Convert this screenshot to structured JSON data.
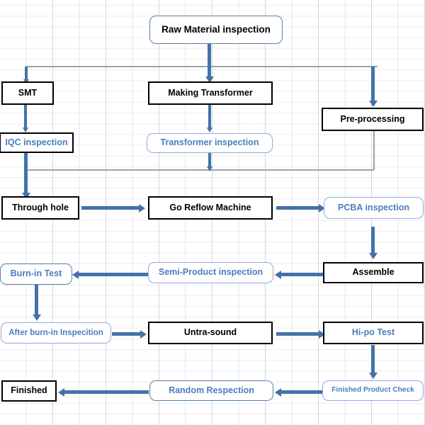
{
  "diagram": {
    "title": "Manufacturing Process Inspection Flowchart",
    "background": "#ffffff",
    "grid_color": "#cdd4de",
    "accent_color": "#4472A8",
    "blue_text_color": "#4A7EBB",
    "black_text_color": "#000000",
    "blue_border_color": "#8FAADC"
  },
  "nodes": [
    {
      "id": "raw-material-inspection",
      "label": "Raw Material inspection",
      "style": "rounded-blue-border-black-text"
    },
    {
      "id": "smt",
      "label": "SMT",
      "style": "square-black-border-black-text"
    },
    {
      "id": "making-transformer",
      "label": "Making Transformer",
      "style": "square-black-border-black-text"
    },
    {
      "id": "pre-processing",
      "label": "Pre-processing",
      "style": "square-black-border-black-text"
    },
    {
      "id": "iqc-inspection",
      "label": "IQC inspection",
      "style": "square-black-border-blue-text"
    },
    {
      "id": "transformer-inspection",
      "label": "Transformer inspection",
      "style": "rounded-blue-border-blue-text"
    },
    {
      "id": "through-hole",
      "label": "Through hole",
      "style": "square-black-border-black-text"
    },
    {
      "id": "go-reflow-machine",
      "label": "Go Reflow Machine",
      "style": "square-black-border-black-text"
    },
    {
      "id": "pcba-inspection",
      "label": "PCBA inspection",
      "style": "rounded-blue-border-blue-text"
    },
    {
      "id": "assemble",
      "label": "Assemble",
      "style": "square-black-border-black-text"
    },
    {
      "id": "semi-product-inspection",
      "label": "Semi-Product inspection",
      "style": "rounded-blue-border-blue-text"
    },
    {
      "id": "burn-in-test",
      "label": "Burn-in Test",
      "style": "rounded-blue-border-blue-text"
    },
    {
      "id": "after-burn-in-inspection",
      "label": "After burn-in Inspecition",
      "style": "rounded-blue-border-blue-text"
    },
    {
      "id": "untra-sound",
      "label": "Untra-sound",
      "style": "square-black-border-black-text"
    },
    {
      "id": "hi-po-test",
      "label": "Hi-po Test",
      "style": "square-black-border-blue-text"
    },
    {
      "id": "finished-product-check",
      "label": "Finished Product Check",
      "style": "rounded-blue-border-blue-text"
    },
    {
      "id": "random-respection",
      "label": "Random Respection",
      "style": "rounded-blue-border-blue-text"
    },
    {
      "id": "finished",
      "label": "Finished",
      "style": "square-black-border-black-text"
    }
  ],
  "edges": [
    {
      "from": "raw-material-inspection",
      "to": "making-transformer",
      "kind": "arrow-down"
    },
    {
      "from": "raw-material-inspection",
      "to": "smt",
      "kind": "branch-left-down"
    },
    {
      "from": "raw-material-inspection",
      "to": "pre-processing",
      "kind": "branch-right-down"
    },
    {
      "from": "smt",
      "to": "iqc-inspection",
      "kind": "arrow-down"
    },
    {
      "from": "making-transformer",
      "to": "transformer-inspection",
      "kind": "arrow-down"
    },
    {
      "from": "transformer-inspection",
      "to": "through-hole",
      "kind": "arrow-down"
    },
    {
      "from": "iqc-inspection",
      "to": "through-hole",
      "kind": "arrow-down"
    },
    {
      "from": "pre-processing",
      "to": "through-hole",
      "kind": "route-left"
    },
    {
      "from": "through-hole",
      "to": "go-reflow-machine",
      "kind": "arrow-right"
    },
    {
      "from": "go-reflow-machine",
      "to": "pcba-inspection",
      "kind": "arrow-right"
    },
    {
      "from": "pcba-inspection",
      "to": "assemble",
      "kind": "arrow-down"
    },
    {
      "from": "assemble",
      "to": "semi-product-inspection",
      "kind": "arrow-left"
    },
    {
      "from": "semi-product-inspection",
      "to": "burn-in-test",
      "kind": "arrow-left"
    },
    {
      "from": "burn-in-test",
      "to": "after-burn-in-inspection",
      "kind": "arrow-down"
    },
    {
      "from": "after-burn-in-inspection",
      "to": "untra-sound",
      "kind": "arrow-right"
    },
    {
      "from": "untra-sound",
      "to": "hi-po-test",
      "kind": "arrow-right"
    },
    {
      "from": "hi-po-test",
      "to": "finished-product-check",
      "kind": "arrow-down"
    },
    {
      "from": "finished-product-check",
      "to": "random-respection",
      "kind": "arrow-left"
    },
    {
      "from": "random-respection",
      "to": "finished",
      "kind": "arrow-left"
    }
  ]
}
